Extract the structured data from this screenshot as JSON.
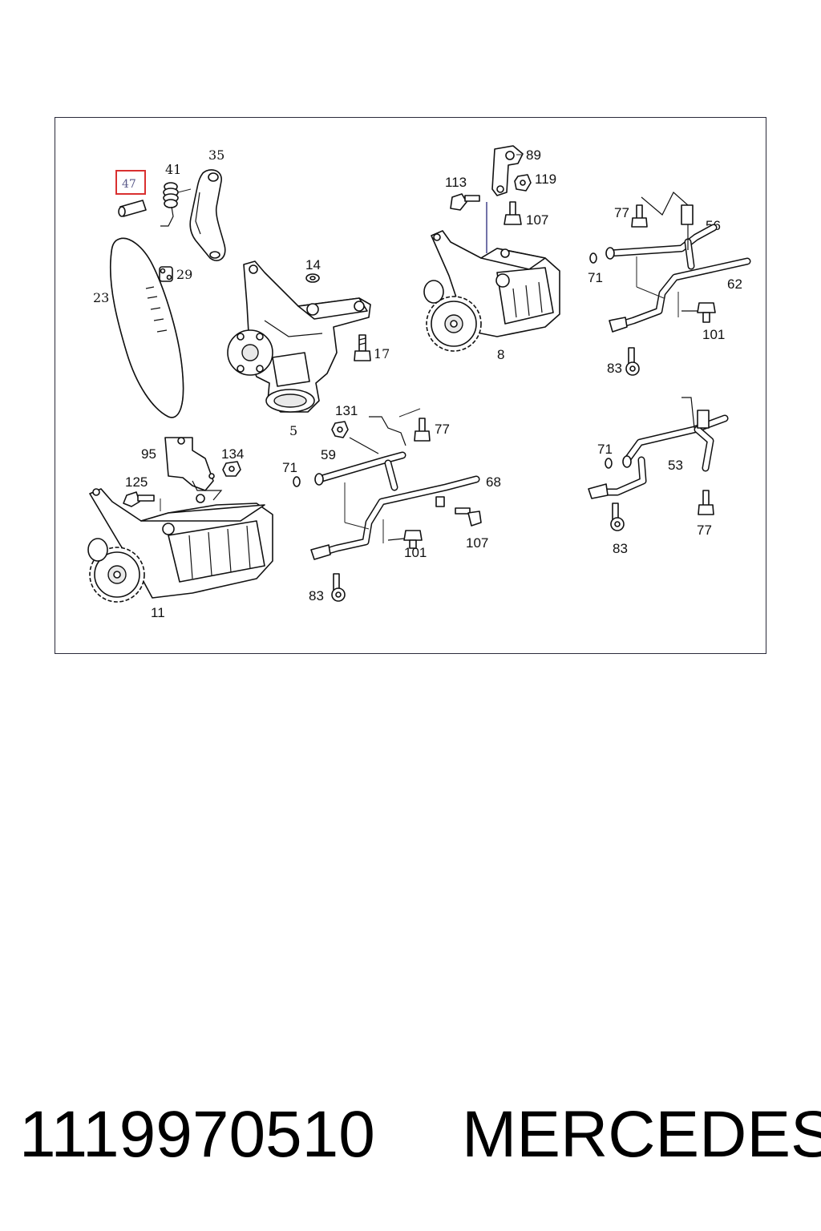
{
  "diagram": {
    "highlight": {
      "label": "47",
      "color": "#d93030",
      "text_color": "#5a5a8a"
    },
    "callouts": {
      "c35": "35",
      "c41": "41",
      "c23": "23",
      "c29": "29",
      "c14": "14",
      "c17": "17",
      "c5": "5",
      "c89": "89",
      "c113": "113",
      "c119": "119",
      "c107a": "107",
      "c8": "8",
      "c77a": "77",
      "c56": "56",
      "c71a": "71",
      "c62": "62",
      "c101a": "101",
      "c83a": "83",
      "c95": "95",
      "c134": "134",
      "c125": "125",
      "c11": "11",
      "c131": "131",
      "c77b": "77",
      "c59": "59",
      "c71b": "71",
      "c68": "68",
      "c107b": "107",
      "c101b": "101",
      "c83b": "83",
      "c71c": "71",
      "c53": "53",
      "c83c": "83",
      "c77c": "77"
    }
  },
  "footer": {
    "part_number": "1119970510",
    "brand": "MERCEDES"
  }
}
